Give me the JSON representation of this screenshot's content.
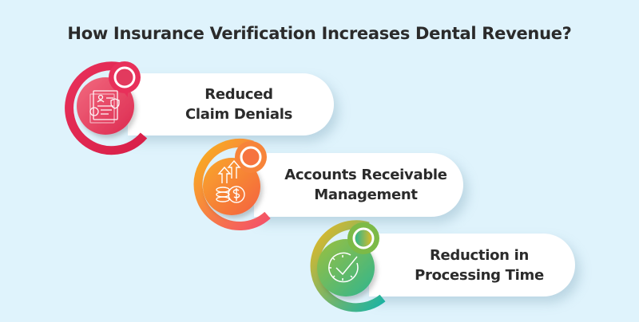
{
  "title": "How Insurance Verification Increases Dental Revenue?",
  "items": [
    {
      "label": "Reduced\nClaim Denials",
      "icon": "document-claim-icon",
      "colors": {
        "start": "#e8305a",
        "end": "#f26a7f",
        "dark": "#d81f48"
      }
    },
    {
      "label": "Accounts Receivable\nManagement",
      "icon": "dollar-growth-icon",
      "colors": {
        "start": "#f9b21c",
        "end": "#f44f6a",
        "dark": "#f6872e"
      }
    },
    {
      "label": "Reduction in\nProcessing Time",
      "icon": "clock-check-icon",
      "colors": {
        "start": "#e9b823",
        "end": "#19b3a4",
        "dark": "#7cba47"
      }
    }
  ],
  "background": "#dff3fc"
}
